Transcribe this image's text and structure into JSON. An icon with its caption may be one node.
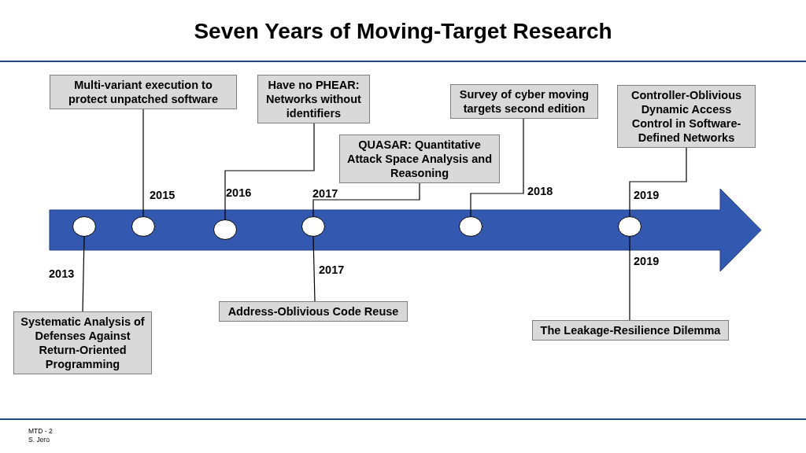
{
  "diagram": {
    "title": "Seven Years of Moving-Target Research",
    "nodes": [
      {
        "text": [],
        "shape": "arrow"
      },
      {
        "text": [],
        "shape": "circle",
        "in": 0
      },
      {
        "text": [],
        "shape": "circle",
        "in": 0
      },
      {
        "text": [],
        "shape": "circle",
        "in": 0
      },
      {
        "text": [],
        "shape": "circle",
        "in": 0
      },
      {
        "text": [],
        "shape": "circle",
        "in": 0
      },
      {
        "text": [],
        "shape": "circle",
        "in": 0
      },
      {
        "text": [
          "Multi-variant execution to protect unpatched software"
        ]
      },
      {
        "text": [
          "Have no PHEAR: Networks without identifiers"
        ]
      },
      {
        "text": [
          "Survey of cyber moving targets second edition"
        ]
      },
      {
        "text": [
          "Controller-Oblivious Dynamic Access Control in Software-Defined Networks"
        ]
      },
      {
        "text": [
          "QUASAR: Quantitative Attack Space Analysis and Reasoning"
        ]
      },
      {
        "text": [
          "Systematic Analysis of Defenses Against Return-Oriented Programming"
        ]
      },
      {
        "text": [
          "Address-Oblivious Code Reuse"
        ]
      },
      {
        "text": [
          "The Leakage-Resilience Dilemma"
        ]
      }
    ],
    "edges": [
      {
        "from": 12,
        "to": 1,
        "arrow": "none"
      },
      {
        "from": 7,
        "to": 2,
        "arrow": "none"
      },
      {
        "from": 8,
        "to": 3,
        "arrow": "none"
      },
      {
        "from": 11,
        "to": 4,
        "arrow": "none"
      },
      {
        "from": 13,
        "to": 4,
        "arrow": "none"
      },
      {
        "from": 9,
        "to": 5,
        "arrow": "none"
      },
      {
        "from": 10,
        "to": 6,
        "arrow": "none"
      },
      {
        "from": 14,
        "to": 6,
        "arrow": "none"
      }
    ],
    "labels": [
      "2015",
      "2016",
      "2017",
      "2018",
      "2019",
      "2013",
      "2017",
      "2019",
      "MTD - 2",
      "S. Jero"
    ]
  }
}
